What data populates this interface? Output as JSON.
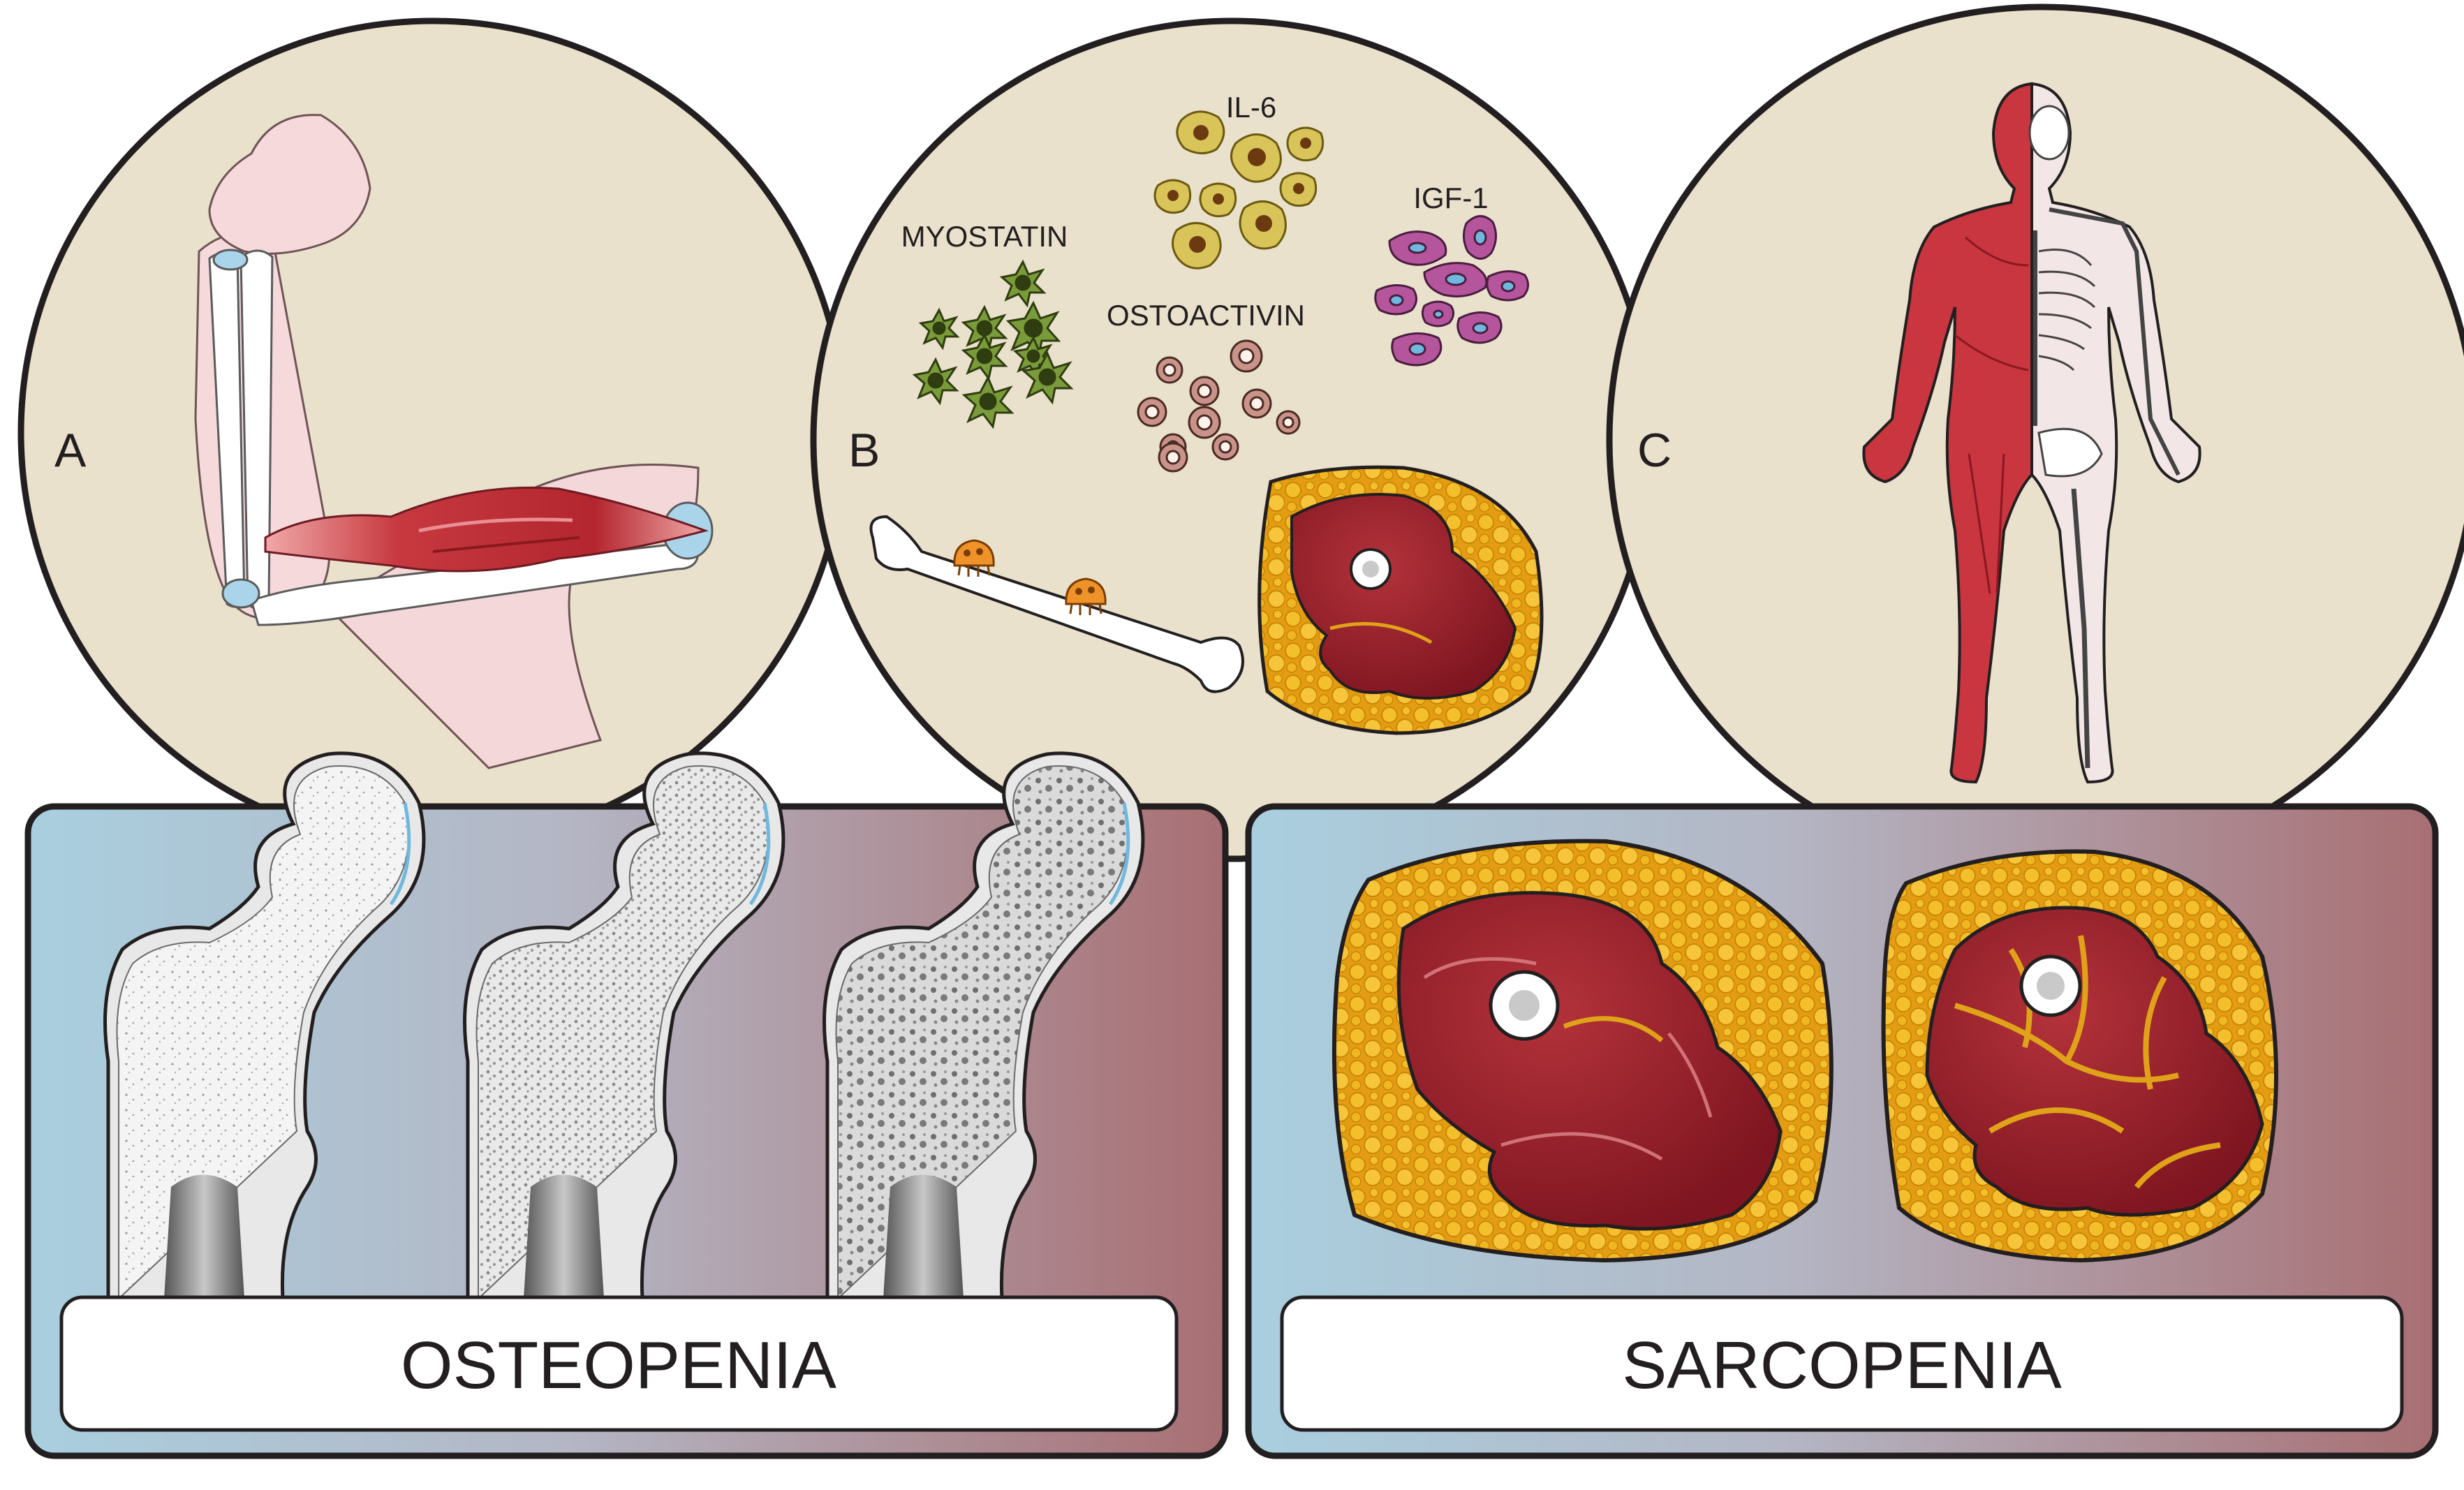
{
  "circles": [
    {
      "letter": "A"
    },
    {
      "letter": "B",
      "factors": [
        "IL-6",
        "MYOSTATIN",
        "IGF-1",
        "OSTOACTIVIN"
      ]
    },
    {
      "letter": "C"
    }
  ],
  "panels": {
    "osteopenia": {
      "title": "OSTEOPENIA"
    },
    "sarcopenia": {
      "title": "SARCOPENIA"
    }
  },
  "colors": {
    "background_circle": "#e9e1cb",
    "outline": "#231f20",
    "muscle": "#9b1f28",
    "fat": "#e9a818",
    "bone": "#ffffff",
    "cartilage": "#a9d4ea",
    "gradient_blue": "#a9cfdf",
    "gradient_red": "#a86f73"
  }
}
